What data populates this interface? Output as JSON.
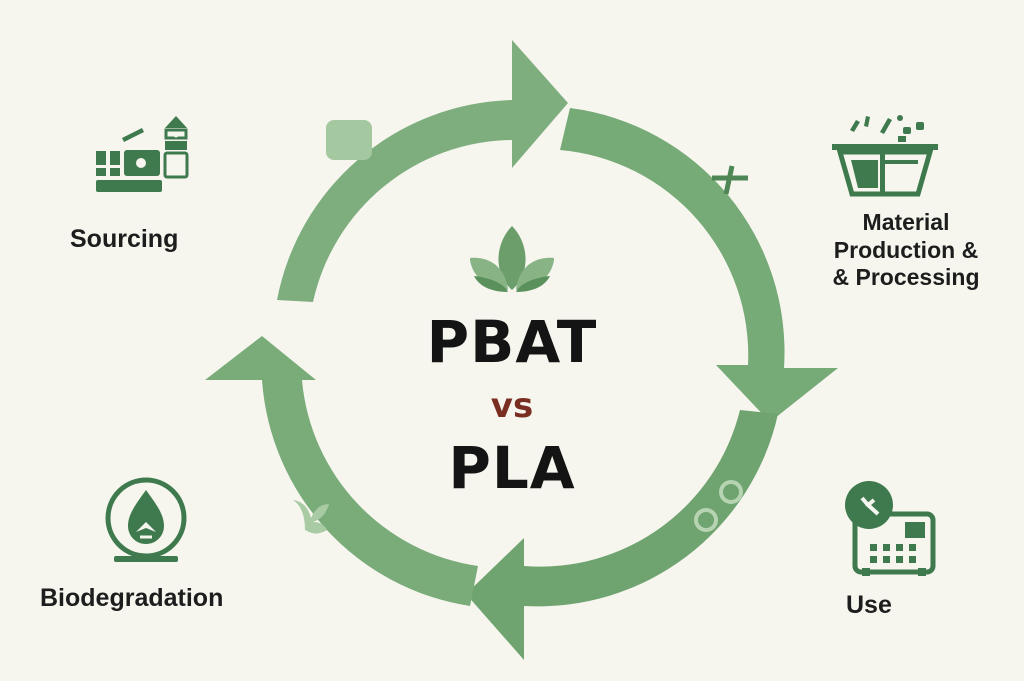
{
  "title": {
    "top": "PBAT",
    "middle": "vs",
    "bottom": "PLA"
  },
  "stages": [
    {
      "label": "Sourcing",
      "icon": "factory-icon"
    },
    {
      "label": "Material\nProduction &\n& Processing",
      "icon": "production-basket-icon"
    },
    {
      "label": "Use",
      "icon": "appliance-icon"
    },
    {
      "label": "Biodegradation",
      "icon": "water-drop-icon"
    }
  ],
  "colors": {
    "background": "#f6f6ef",
    "cycle_green": "#78ab78",
    "icon_green": "#3f7a4e",
    "vs_red": "#7a2e22",
    "text": "#1d1d1d"
  },
  "center_icon": "leaf-icon"
}
